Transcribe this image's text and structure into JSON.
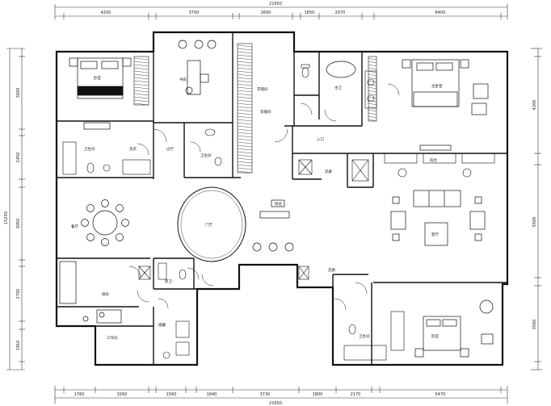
{
  "plan": {
    "total_top": "21650",
    "total_bottom": "21650",
    "total_left": "15250",
    "top_segments": [
      "4200",
      "3700",
      "2600",
      "1850",
      "2070",
      "6400"
    ],
    "bottom_segments": [
      "1760",
      "3260",
      "1560",
      "1840",
      "3730",
      "1800",
      "2170",
      "5470"
    ],
    "left_segments": [
      "3600",
      "2450",
      "3050",
      "2700",
      "1910"
    ],
    "right_segments": [
      "4200",
      "5500",
      "3560"
    ],
    "rooms": [
      {
        "id": "bedroom-1",
        "label": "卧室"
      },
      {
        "id": "study",
        "label": "书房"
      },
      {
        "id": "cloakroom-1",
        "label": "衣帽间"
      },
      {
        "id": "cloakroom-2",
        "label": "衣帽间"
      },
      {
        "id": "master-bath",
        "label": "主卫"
      },
      {
        "id": "master-bedroom",
        "label": "主卧室"
      },
      {
        "id": "bath-1",
        "label": "卫生间"
      },
      {
        "id": "bath-2",
        "label": "卫生间"
      },
      {
        "id": "hall",
        "label": "过厅"
      },
      {
        "id": "dining",
        "label": "餐厅"
      },
      {
        "id": "foyer",
        "label": "门厅"
      },
      {
        "id": "living",
        "label": "客厅"
      },
      {
        "id": "kitchen",
        "label": "厨房"
      },
      {
        "id": "storage",
        "label": "储藏"
      },
      {
        "id": "corridor-1",
        "label": "走廊"
      },
      {
        "id": "corridor-2",
        "label": "走廊"
      },
      {
        "id": "bedroom-2",
        "label": "卧室"
      },
      {
        "id": "balcony-1",
        "label": "阳台"
      },
      {
        "id": "balcony-2",
        "label": "阳台"
      },
      {
        "id": "bath-3",
        "label": "卫生间"
      },
      {
        "id": "guest-bath",
        "label": "客卫"
      },
      {
        "id": "utility",
        "label": "工作间"
      },
      {
        "id": "laundry",
        "label": "洗衣"
      },
      {
        "id": "entry",
        "label": "入口"
      }
    ]
  }
}
